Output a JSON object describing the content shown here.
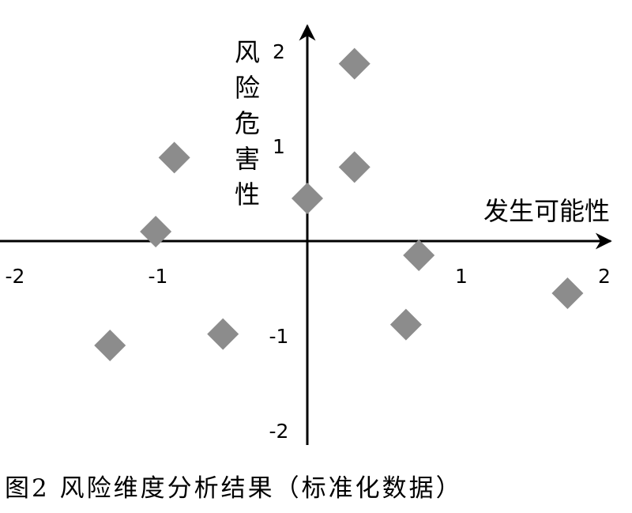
{
  "chart_data": {
    "type": "scatter",
    "title": "",
    "xlabel": "发生可能性",
    "ylabel": "风险危害性",
    "xlim": [
      -2.15,
      2.12
    ],
    "ylim": [
      -2.15,
      2.27
    ],
    "x_ticks": [
      {
        "value": -2,
        "label": "-2"
      },
      {
        "value": -1,
        "label": "-1"
      },
      {
        "value": 1,
        "label": "1"
      },
      {
        "value": 2,
        "label": "2"
      }
    ],
    "y_ticks": [
      {
        "value": 2,
        "label": "2"
      },
      {
        "value": 1,
        "label": "1"
      },
      {
        "value": -1,
        "label": "-1"
      },
      {
        "value": -2,
        "label": "-2"
      }
    ],
    "marker": "diamond",
    "marker_color": "#8c8c8c",
    "points": [
      {
        "x": 0.33,
        "y": 1.87
      },
      {
        "x": -0.93,
        "y": 0.88
      },
      {
        "x": 0.33,
        "y": 0.78
      },
      {
        "x": 0.0,
        "y": 0.45
      },
      {
        "x": -1.06,
        "y": 0.1
      },
      {
        "x": 0.78,
        "y": -0.15
      },
      {
        "x": 1.82,
        "y": -0.55
      },
      {
        "x": 0.69,
        "y": -0.88
      },
      {
        "x": -0.59,
        "y": -0.98
      },
      {
        "x": -1.38,
        "y": -1.1
      }
    ]
  },
  "caption": "图2  风险维度分析结果（标准化数据）"
}
